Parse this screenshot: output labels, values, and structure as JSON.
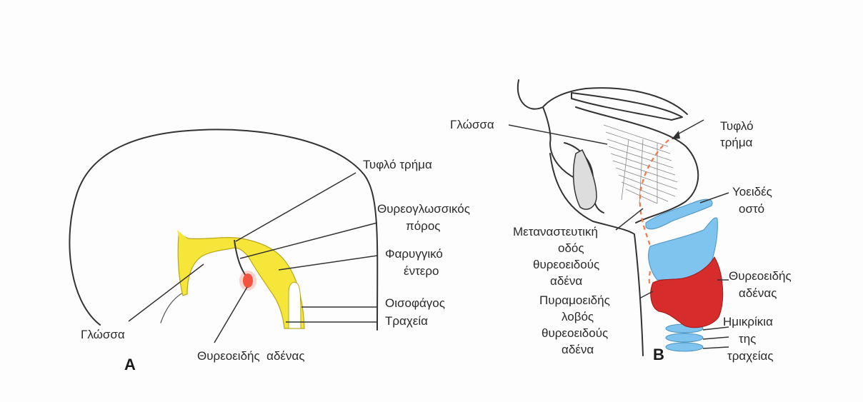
{
  "colors": {
    "gut_yellow": "#f6e63a",
    "thyroid_origin": "#f2553f",
    "bone_blue": "#7ec4ee",
    "thyroid_red": "#d62c2c",
    "migration_path": "#f07a4a"
  },
  "panel_a": {
    "letter": "A",
    "labels": {
      "foramen_cecum": "Τυφλό τρήμα",
      "thyroglossal_duct_line1": "Θυρεογλωσσικός",
      "thyroglossal_duct_line2": "πόρος",
      "pharyngeal_gut_line1": "Φαρυγγικό",
      "pharyngeal_gut_line2": "έντερο",
      "esophagus": "Οισοφάγος",
      "trachea": "Τραχεία",
      "tongue": "Γλώσσα",
      "thyroid_gland": "Θυρεοειδής  αδένας"
    }
  },
  "panel_b": {
    "letter": "B",
    "labels": {
      "tongue": "Γλώσσα",
      "foramen_cecum_line1": "Τυφλό",
      "foramen_cecum_line2": "τρήμα",
      "hyoid_line1": "Υοειδές",
      "hyoid_line2": "οστό",
      "migration_line1": "Μεταναστευτική",
      "migration_line2": "οδός",
      "migration_line3": "θυρεοειδούς",
      "migration_line4": "αδένα",
      "thyroid_line1": "Θυρεοειδής",
      "thyroid_line2": "αδένας",
      "pyramidal_line1": "Πυραμοειδής",
      "pyramidal_line2": "λοβός",
      "pyramidal_line3": "θυρεοειδούς",
      "pyramidal_line4": "αδένα",
      "tracheal_rings_line1": "Ημικρίκια",
      "tracheal_rings_line2": "της",
      "tracheal_rings_line3": "τραχείας"
    }
  }
}
